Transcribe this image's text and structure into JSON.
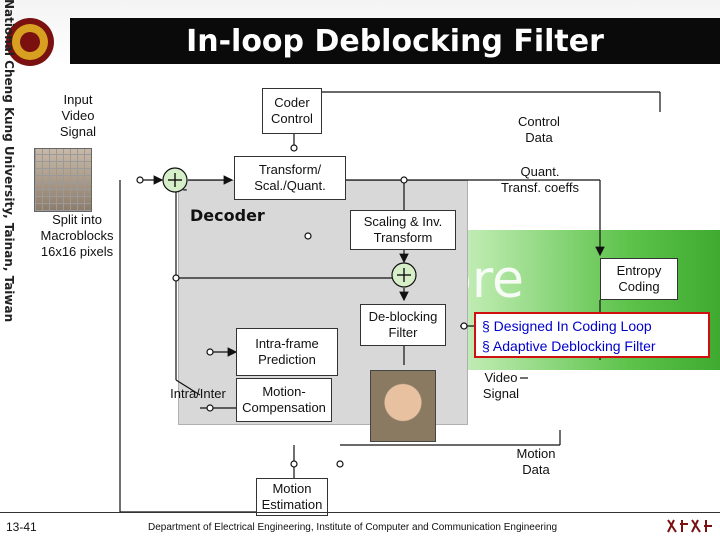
{
  "title": "In-loop Deblocking Filter",
  "sidebar_text": "National Cheng Kung University, Tainan, Taiwan",
  "labels": {
    "input_video_signal": "Input\nVideo\nSignal",
    "coder_control": "Coder\nControl",
    "control_data": "Control\nData",
    "transform_scal_quant": "Transform/\nScal./Quant.",
    "quant_transf_coeffs": "Quant.\nTransf. coeffs",
    "split_into_macroblocks": "Split into\nMacroblocks\n16x16 pixels",
    "decoder": "Decoder",
    "minus_sign": "-",
    "scaling_inv_transform": "Scaling & Inv.\nTransform",
    "entropy_coding": "Entropy\nCoding",
    "intra_frame_prediction": "Intra-frame\nPrediction",
    "deblocking_filter": "De-blocking\nFilter",
    "video_signal": "Video\nSignal",
    "intra_inter": "Intra/Inter",
    "motion_compensation": "Motion-\nCompensation",
    "motion_data": "Motion\nData",
    "motion_estimation": "Motion\nEstimation",
    "background_word": "ore"
  },
  "callout": {
    "items": [
      "§ Designed In Coding Loop",
      "§ Adaptive Deblocking Filter"
    ]
  },
  "footer": {
    "page": "13-41",
    "department": "Department of Electrical Engineering, Institute of Computer and Communication Engineering"
  },
  "colors": {
    "title_bar": "#0a0a0a",
    "callout_border": "#d01010",
    "callout_text": "#0000cc",
    "green_band": "#3faa30",
    "decoder_region": "#d8d8d8"
  }
}
